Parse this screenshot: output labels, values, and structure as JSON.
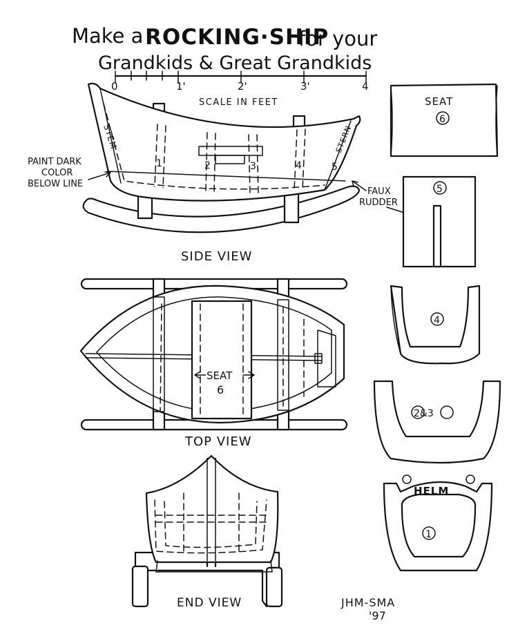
{
  "title": {
    "part1": "Make a",
    "emphasis": "ROCKING·SHIP",
    "part2": "for your",
    "line2": "Grandkids & Great Grandkids"
  },
  "scale": {
    "ticks": [
      "0",
      "1'",
      "2'",
      "3'",
      "4"
    ],
    "caption": "SCALE IN FEET"
  },
  "side_view": {
    "caption": "SIDE VIEW",
    "stem_label": "STEM",
    "stern_label": "STERN",
    "paint_note": [
      "PAINT DARK",
      "COLOR",
      "BELOW LINE"
    ],
    "rudder_note": [
      "FAUX",
      "RUDDER"
    ],
    "frame_numbers": [
      "1",
      "2",
      "3",
      "4",
      "5"
    ]
  },
  "top_view": {
    "caption": "TOP VIEW",
    "seat_label": "SEAT",
    "seat_number": "6"
  },
  "end_view": {
    "caption": "END VIEW"
  },
  "parts": {
    "seat_label": "SEAT",
    "seat_number": "6",
    "stern_number": "5",
    "frame4_number": "4",
    "frame23_number": "2&3",
    "helm_label": "HELM",
    "frame1_number": "1"
  },
  "signature": {
    "initials": "JHM-SMA",
    "year": "'97"
  }
}
